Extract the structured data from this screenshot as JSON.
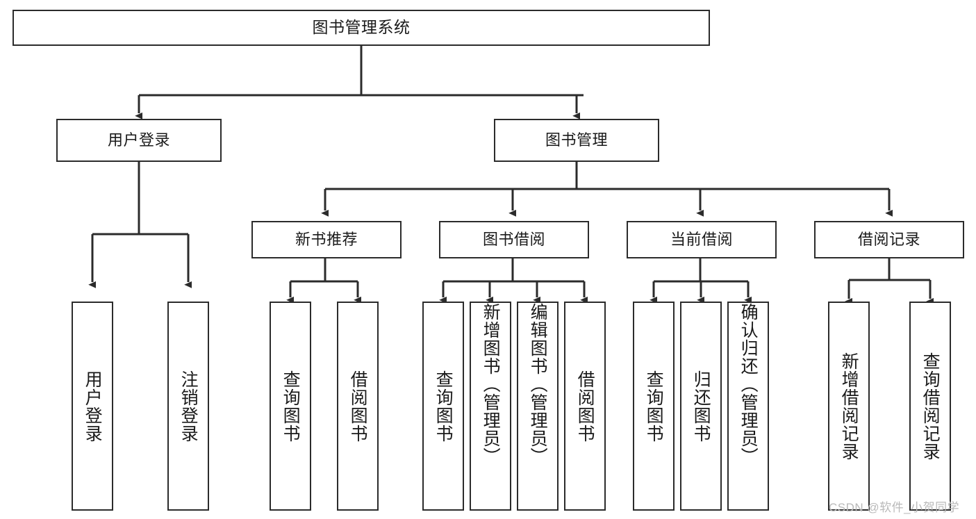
{
  "diagram": {
    "title": "图书管理系统",
    "type": "functional-structure-tree",
    "root": {
      "id": "root",
      "label": "图书管理系统"
    },
    "level1": [
      {
        "id": "user-login",
        "label": "用户登录"
      },
      {
        "id": "book-manage",
        "label": "图书管理"
      }
    ],
    "level2": [
      {
        "id": "new-book-rec",
        "label": "新书推荐",
        "parent": "book-manage"
      },
      {
        "id": "book-borrow",
        "label": "图书借阅",
        "parent": "book-manage"
      },
      {
        "id": "current-borrow",
        "label": "当前借阅",
        "parent": "book-manage"
      },
      {
        "id": "borrow-record",
        "label": "借阅记录",
        "parent": "book-manage"
      }
    ],
    "leaves": [
      {
        "id": "leaf-user-login",
        "label": "用户登录",
        "parent": "user-login"
      },
      {
        "id": "leaf-logout",
        "label": "注销登录",
        "parent": "user-login"
      },
      {
        "id": "leaf-query-book-1",
        "label": "查询图书",
        "parent": "new-book-rec"
      },
      {
        "id": "leaf-borrow-book-1",
        "label": "借阅图书",
        "parent": "new-book-rec"
      },
      {
        "id": "leaf-query-book-2",
        "label": "查询图书",
        "parent": "book-borrow"
      },
      {
        "id": "leaf-add-book",
        "label": "新增图书（管理员）",
        "parent": "book-borrow"
      },
      {
        "id": "leaf-edit-book",
        "label": "编辑图书（管理员）",
        "parent": "book-borrow"
      },
      {
        "id": "leaf-borrow-book-2",
        "label": "借阅图书",
        "parent": "book-borrow"
      },
      {
        "id": "leaf-query-book-3",
        "label": "查询图书",
        "parent": "current-borrow"
      },
      {
        "id": "leaf-return-book",
        "label": "归还图书",
        "parent": "current-borrow"
      },
      {
        "id": "leaf-confirm-return",
        "label": "确认归还（管理员）",
        "parent": "current-borrow"
      },
      {
        "id": "leaf-add-record",
        "label": "新增借阅记录",
        "parent": "borrow-record"
      },
      {
        "id": "leaf-query-record",
        "label": "查询借阅记录",
        "parent": "borrow-record"
      }
    ],
    "watermark": "CSDN @软件_小贺同学",
    "colors": {
      "stroke": "#2b2b2b",
      "fill": "#ffffff",
      "text": "#1a1a1a",
      "watermark": "#b9b9b9"
    }
  }
}
